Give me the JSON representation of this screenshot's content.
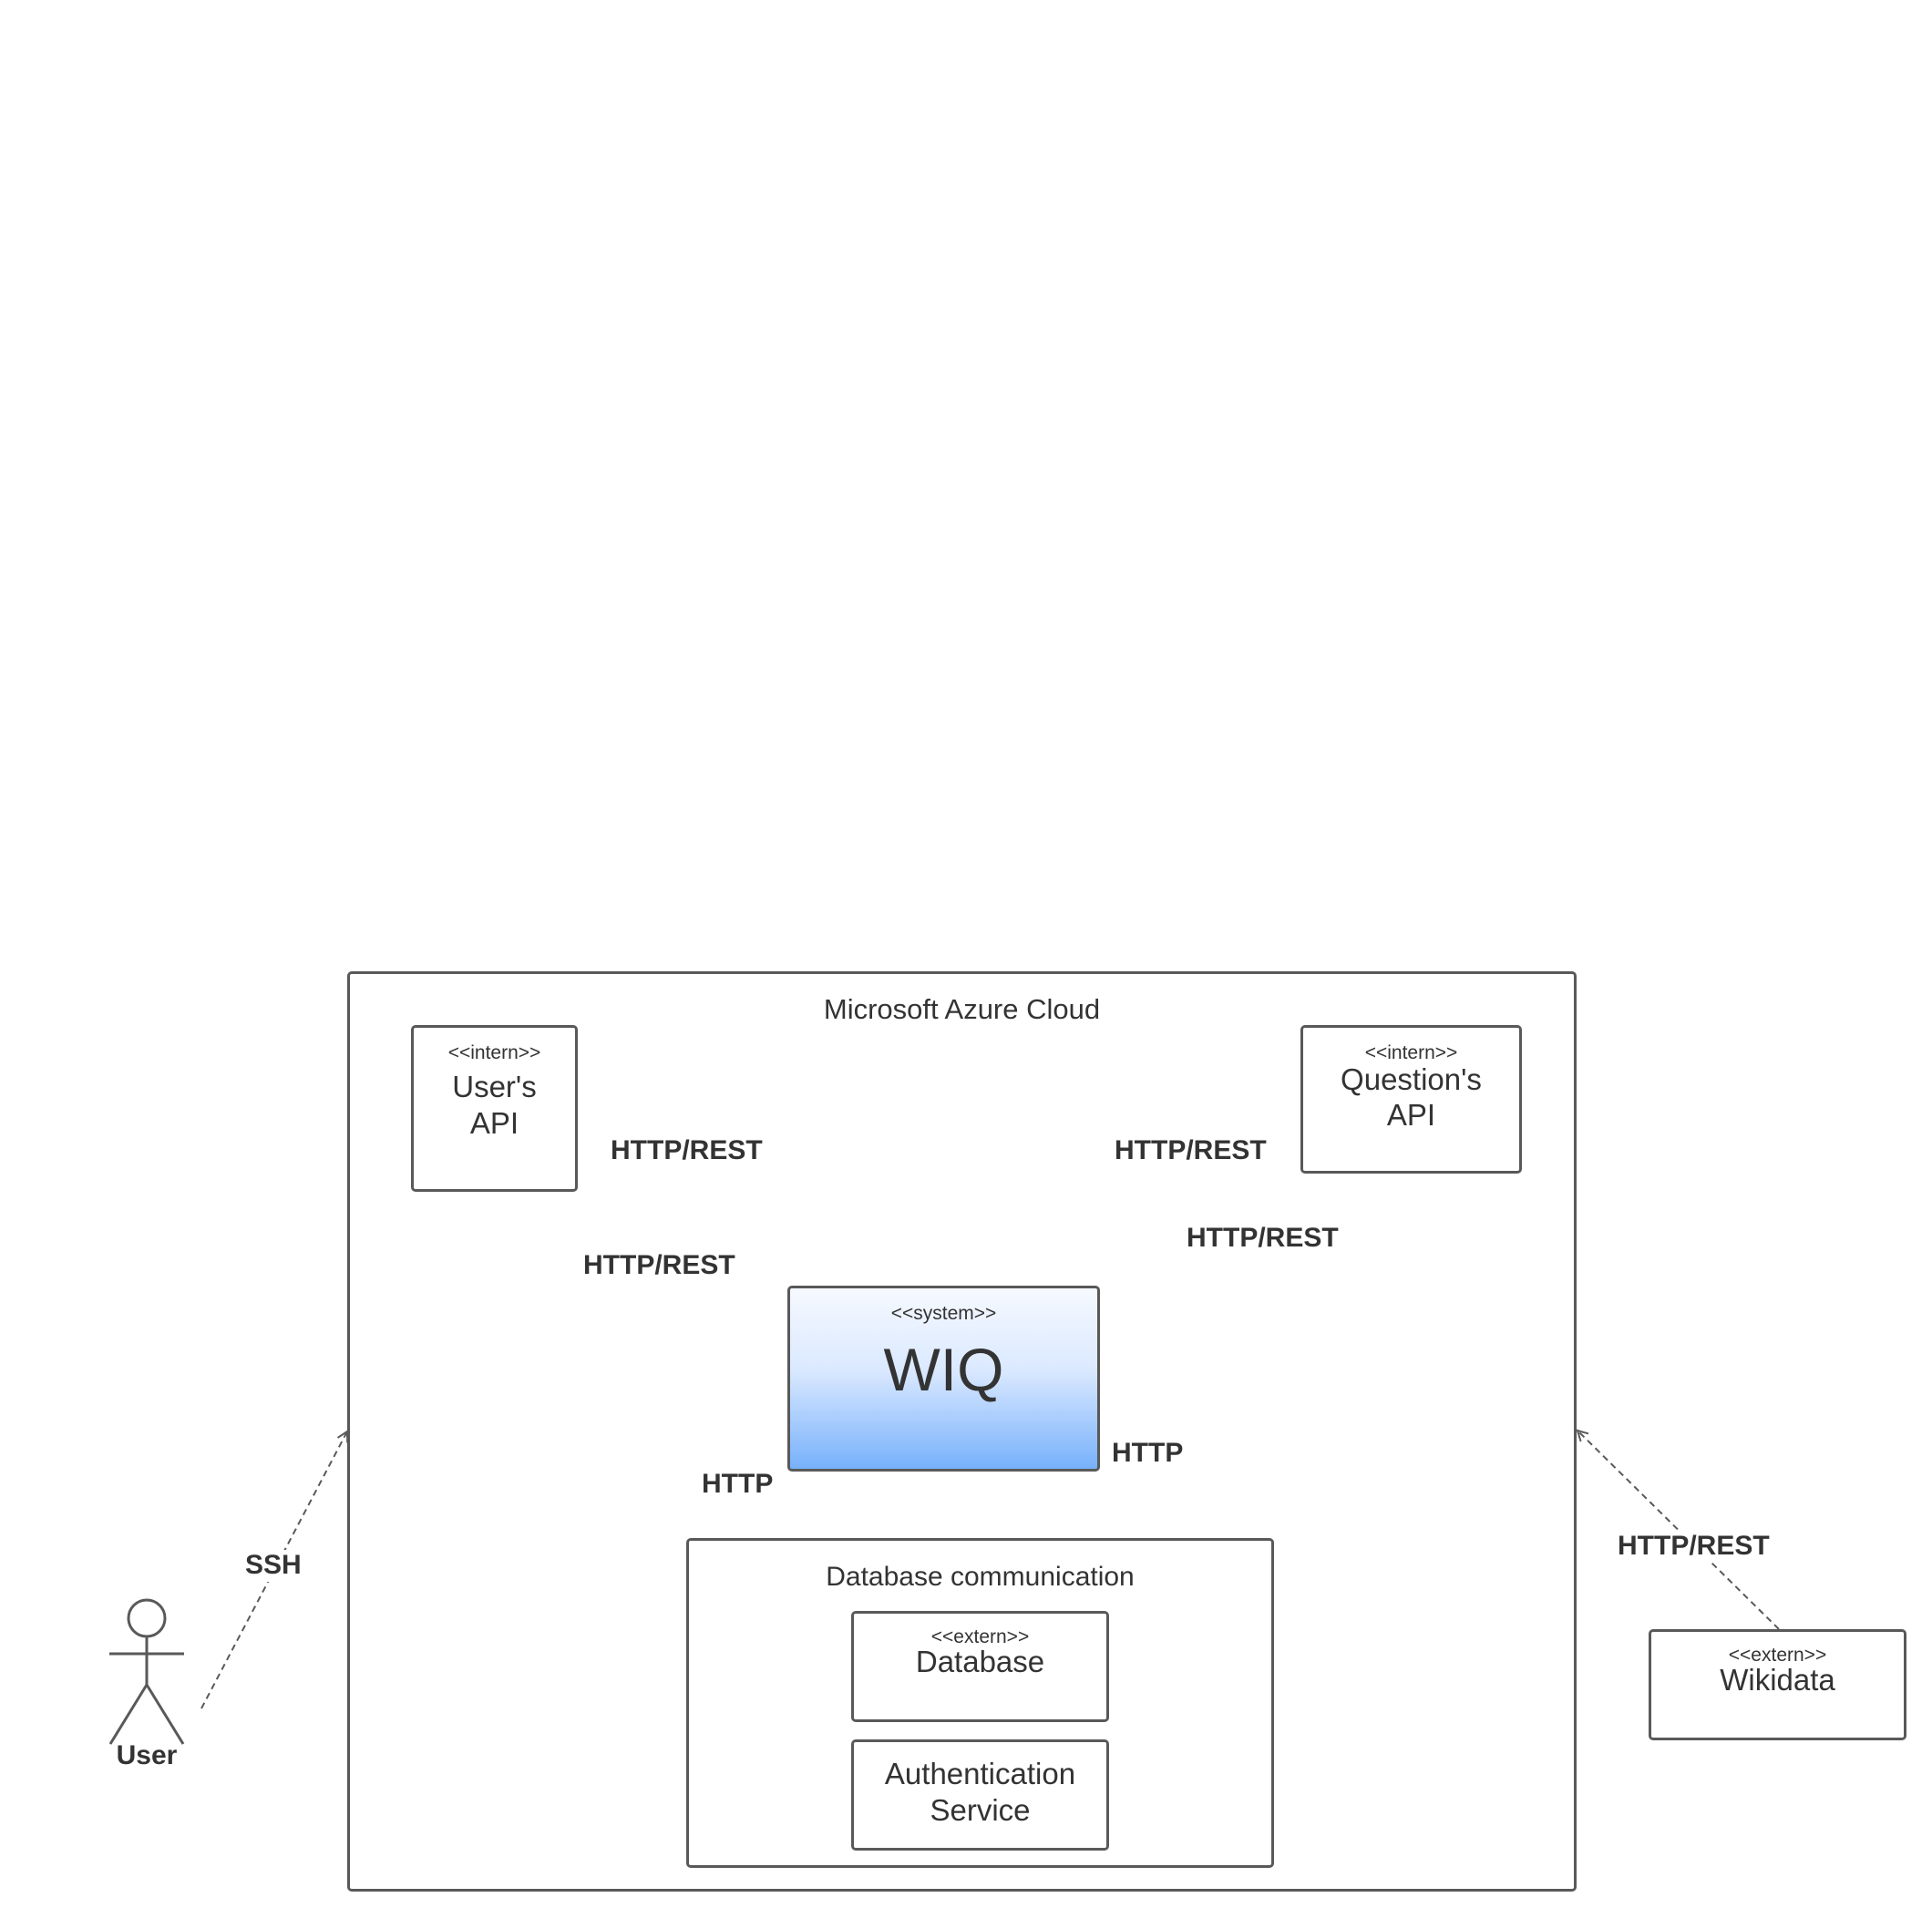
{
  "diagram": {
    "cloud": {
      "title": "Microsoft Azure Cloud"
    },
    "users_api": {
      "stereotype": "<<intern>>",
      "name_line1": "User's",
      "name_line2": "API"
    },
    "questions_api": {
      "stereotype": "<<intern>>",
      "name_line1": "Question's",
      "name_line2": "API"
    },
    "wiq": {
      "stereotype": "<<system>>",
      "name": "WIQ"
    },
    "database_communication": {
      "title": "Database communication",
      "database": {
        "stereotype": "<<extern>>",
        "name": "Database"
      },
      "auth_service": {
        "name_line1": "Authentication",
        "name_line2": "Service"
      }
    },
    "wikidata": {
      "stereotype": "<<extern>>",
      "name": "Wikidata"
    },
    "actor": {
      "name": "User"
    },
    "connections": {
      "wiq_to_users_api": "HTTP/REST",
      "users_api_to_wiq": "HTTP/REST",
      "wiq_to_questions_api": "HTTP/REST",
      "questions_api_to_wiq": "HTTP/REST",
      "wiq_to_db": "HTTP",
      "db_to_wiq": "HTTP",
      "user_to_cloud": "SSH",
      "wikidata_to_cloud": "HTTP/REST"
    },
    "colors": {
      "stroke": "#595959",
      "text": "#333333",
      "wiq_gradient_top": "#f6f9ff",
      "wiq_gradient_bottom": "#77b1fb"
    }
  }
}
